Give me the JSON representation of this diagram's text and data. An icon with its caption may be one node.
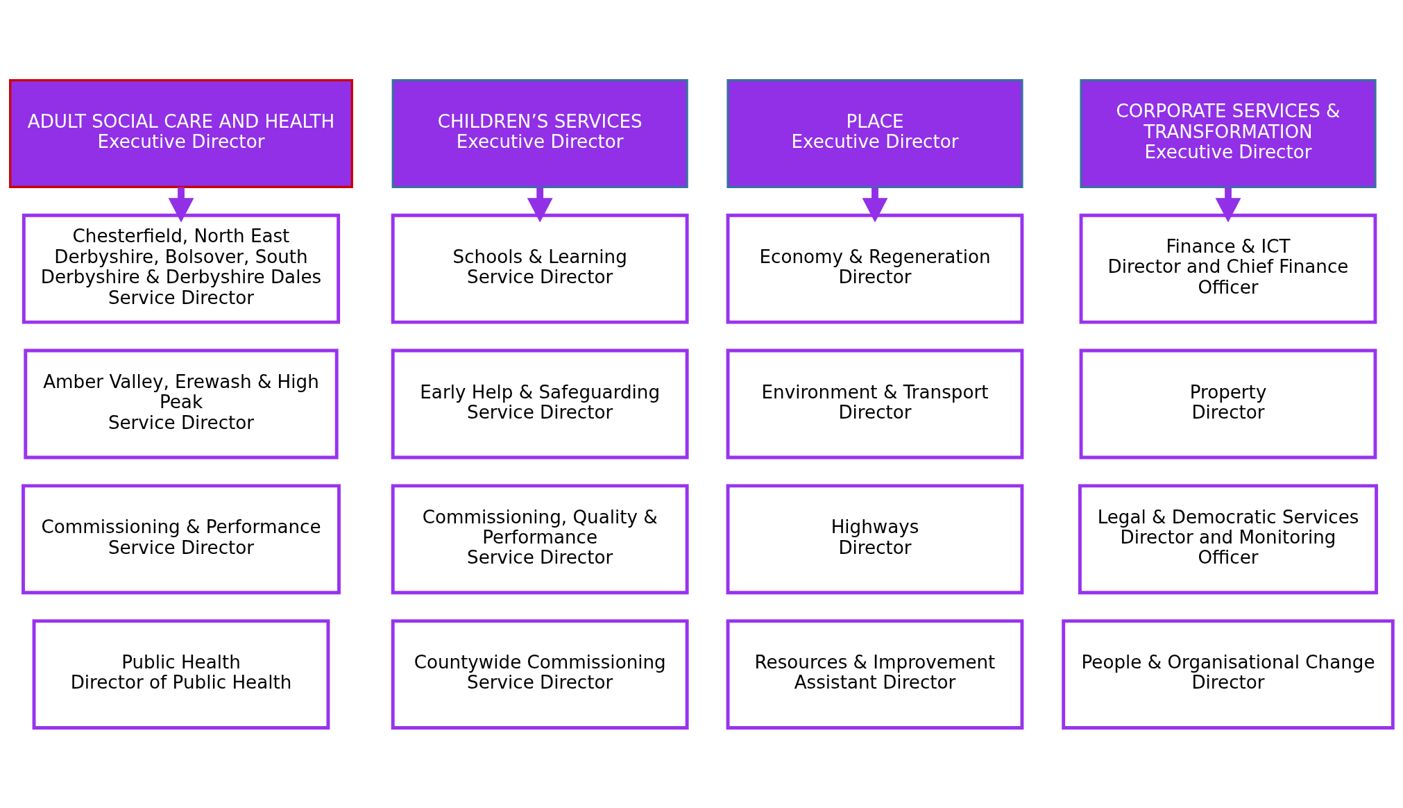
{
  "diagram": {
    "nodes": [
      {
        "text": [
          "ADULT SOCIAL CARE AND HEALTH",
          "Executive Director"
        ]
      },
      {
        "text": [
          "Chesterfield, North East Derbyshire, Bolsover, South Derbyshire & Derbyshire Dales",
          "Service Director"
        ]
      },
      {
        "text": [
          "Amber Valley, Erewash & High Peak",
          "Service Director"
        ]
      },
      {
        "text": [
          "Commissioning & Performance",
          "Service Director"
        ]
      },
      {
        "text": [
          "Public Health",
          "Director of Public Health"
        ]
      },
      {
        "text": [
          "CHILDREN’S SERVICES",
          "Executive Director"
        ]
      },
      {
        "text": [
          "Schools & Learning",
          "Service Director"
        ]
      },
      {
        "text": [
          "Early Help & Safeguarding",
          "Service Director"
        ]
      },
      {
        "text": [
          "Commissioning, Quality & Performance",
          "Service Director"
        ]
      },
      {
        "text": [
          "Countywide Commissioning",
          "Service Director"
        ]
      },
      {
        "text": [
          "PLACE",
          "Executive Director"
        ]
      },
      {
        "text": [
          "Economy & Regeneration",
          "Director"
        ]
      },
      {
        "text": [
          "Environment & Transport",
          "Director"
        ]
      },
      {
        "text": [
          "Highways",
          "Director"
        ]
      },
      {
        "text": [
          "Resources & Improvement",
          "Assistant Director"
        ]
      },
      {
        "text": [
          "CORPORATE SERVICES & TRANSFORMATION",
          "Executive Director"
        ]
      },
      {
        "text": [
          "Finance & ICT",
          "Director and Chief Finance Officer"
        ]
      },
      {
        "text": [
          "Property",
          "Director"
        ]
      },
      {
        "text": [
          "Legal & Democratic Services",
          "Director and Monitoring Officer"
        ]
      },
      {
        "text": [
          "People & Organisational Change",
          "Director"
        ]
      }
    ],
    "edges": [
      {
        "from": 0,
        "to": 1,
        "arrow": "to"
      },
      {
        "from": 5,
        "to": 6,
        "arrow": "to"
      },
      {
        "from": 10,
        "to": 11,
        "arrow": "to"
      },
      {
        "from": 15,
        "to": 16,
        "arrow": "to"
      }
    ]
  }
}
